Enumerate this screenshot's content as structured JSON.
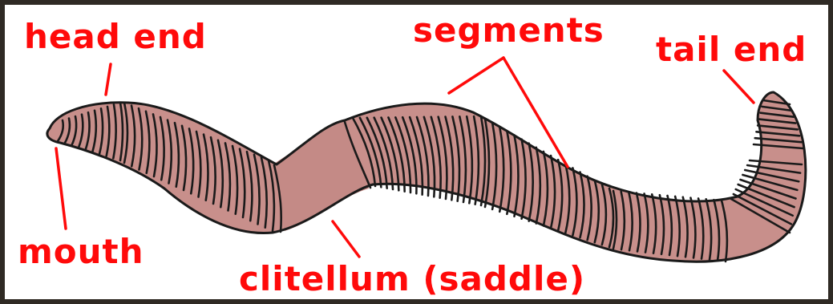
{
  "diagram": {
    "labels": {
      "head_end": "head end",
      "segments": "segments",
      "tail_end": "tail end",
      "mouth": "mouth",
      "clitellum": "clitellum (saddle)"
    },
    "colors": {
      "label": "#ff0a0a",
      "worm_body": "#c88f8b",
      "outline": "#1a1a1a",
      "frame": "#2f2a24",
      "background": "#ffffff"
    }
  }
}
